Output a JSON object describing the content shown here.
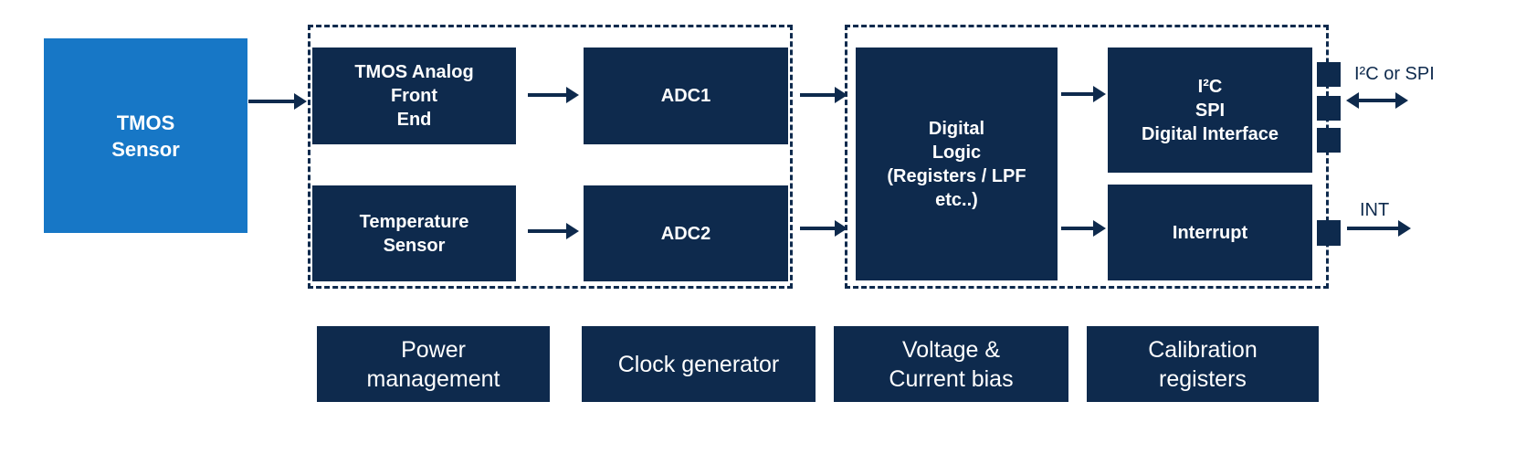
{
  "colors": {
    "navy": "#0E2A4D",
    "blue": "#1777C6",
    "label_text": "#FFFFFF"
  },
  "diagram": {
    "sensor": {
      "label": "TMOS\nSensor"
    },
    "analog_group": {
      "afe_label": "TMOS Analog\nFront\nEnd",
      "temperature_label": "Temperature\nSensor",
      "adc1_label": "ADC1",
      "adc2_label": "ADC2"
    },
    "digital_group": {
      "digital_logic_label": "Digital\nLogic\n(Registers / LPF\netc..)",
      "interface_label": "I²C\nSPI\nDigital Interface",
      "interrupt_label": "Interrupt"
    },
    "io": {
      "i2c_spi_label": "I²C or SPI",
      "int_label": "INT"
    },
    "support_blocks": {
      "power_label": "Power\nmanagement",
      "clock_label": "Clock generator",
      "bias_label": "Voltage &\nCurrent bias",
      "calibration_label": "Calibration\nregisters"
    }
  }
}
